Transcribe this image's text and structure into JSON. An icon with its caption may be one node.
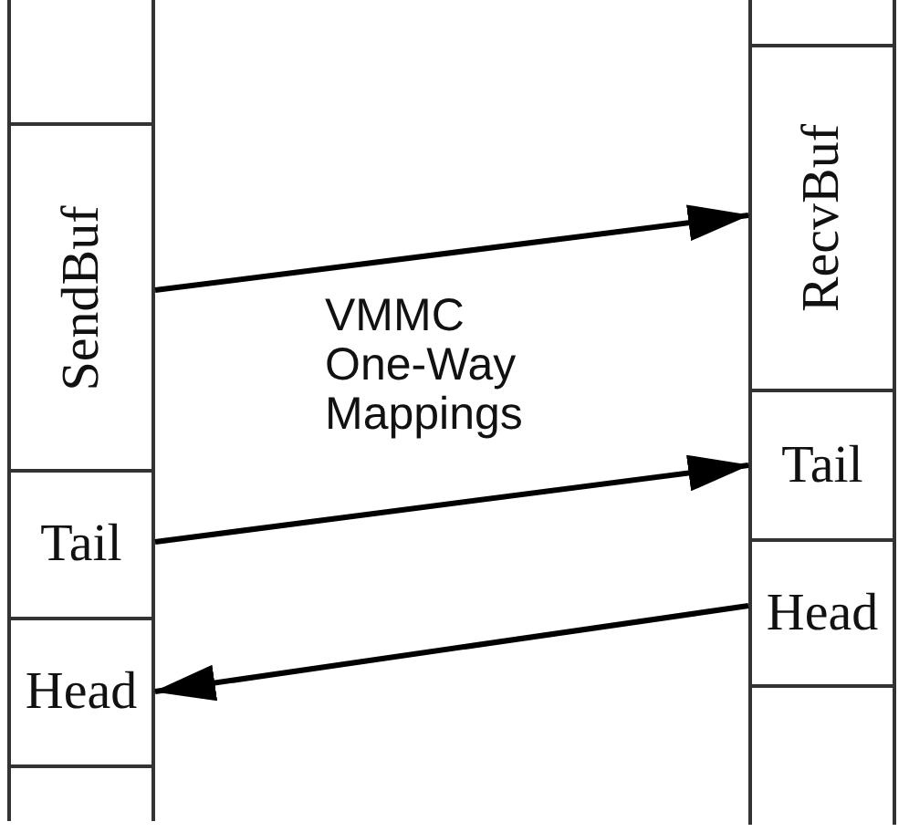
{
  "diagram": {
    "nodes": [
      {
        "text": [
          "SendBuf"
        ]
      },
      {
        "text": [
          "Tail"
        ]
      },
      {
        "text": [
          "Head"
        ]
      },
      {
        "text": [
          "RecvBuf"
        ]
      },
      {
        "text": [
          "Tail"
        ]
      },
      {
        "text": [
          "Head"
        ]
      }
    ],
    "edges": [
      {
        "from": 0,
        "to": 3,
        "arrow": "to"
      },
      {
        "from": 1,
        "to": 4,
        "arrow": "to"
      },
      {
        "from": 5,
        "to": 2,
        "arrow": "to"
      }
    ],
    "labels": [
      "VMMC One-Way Mappings"
    ]
  }
}
